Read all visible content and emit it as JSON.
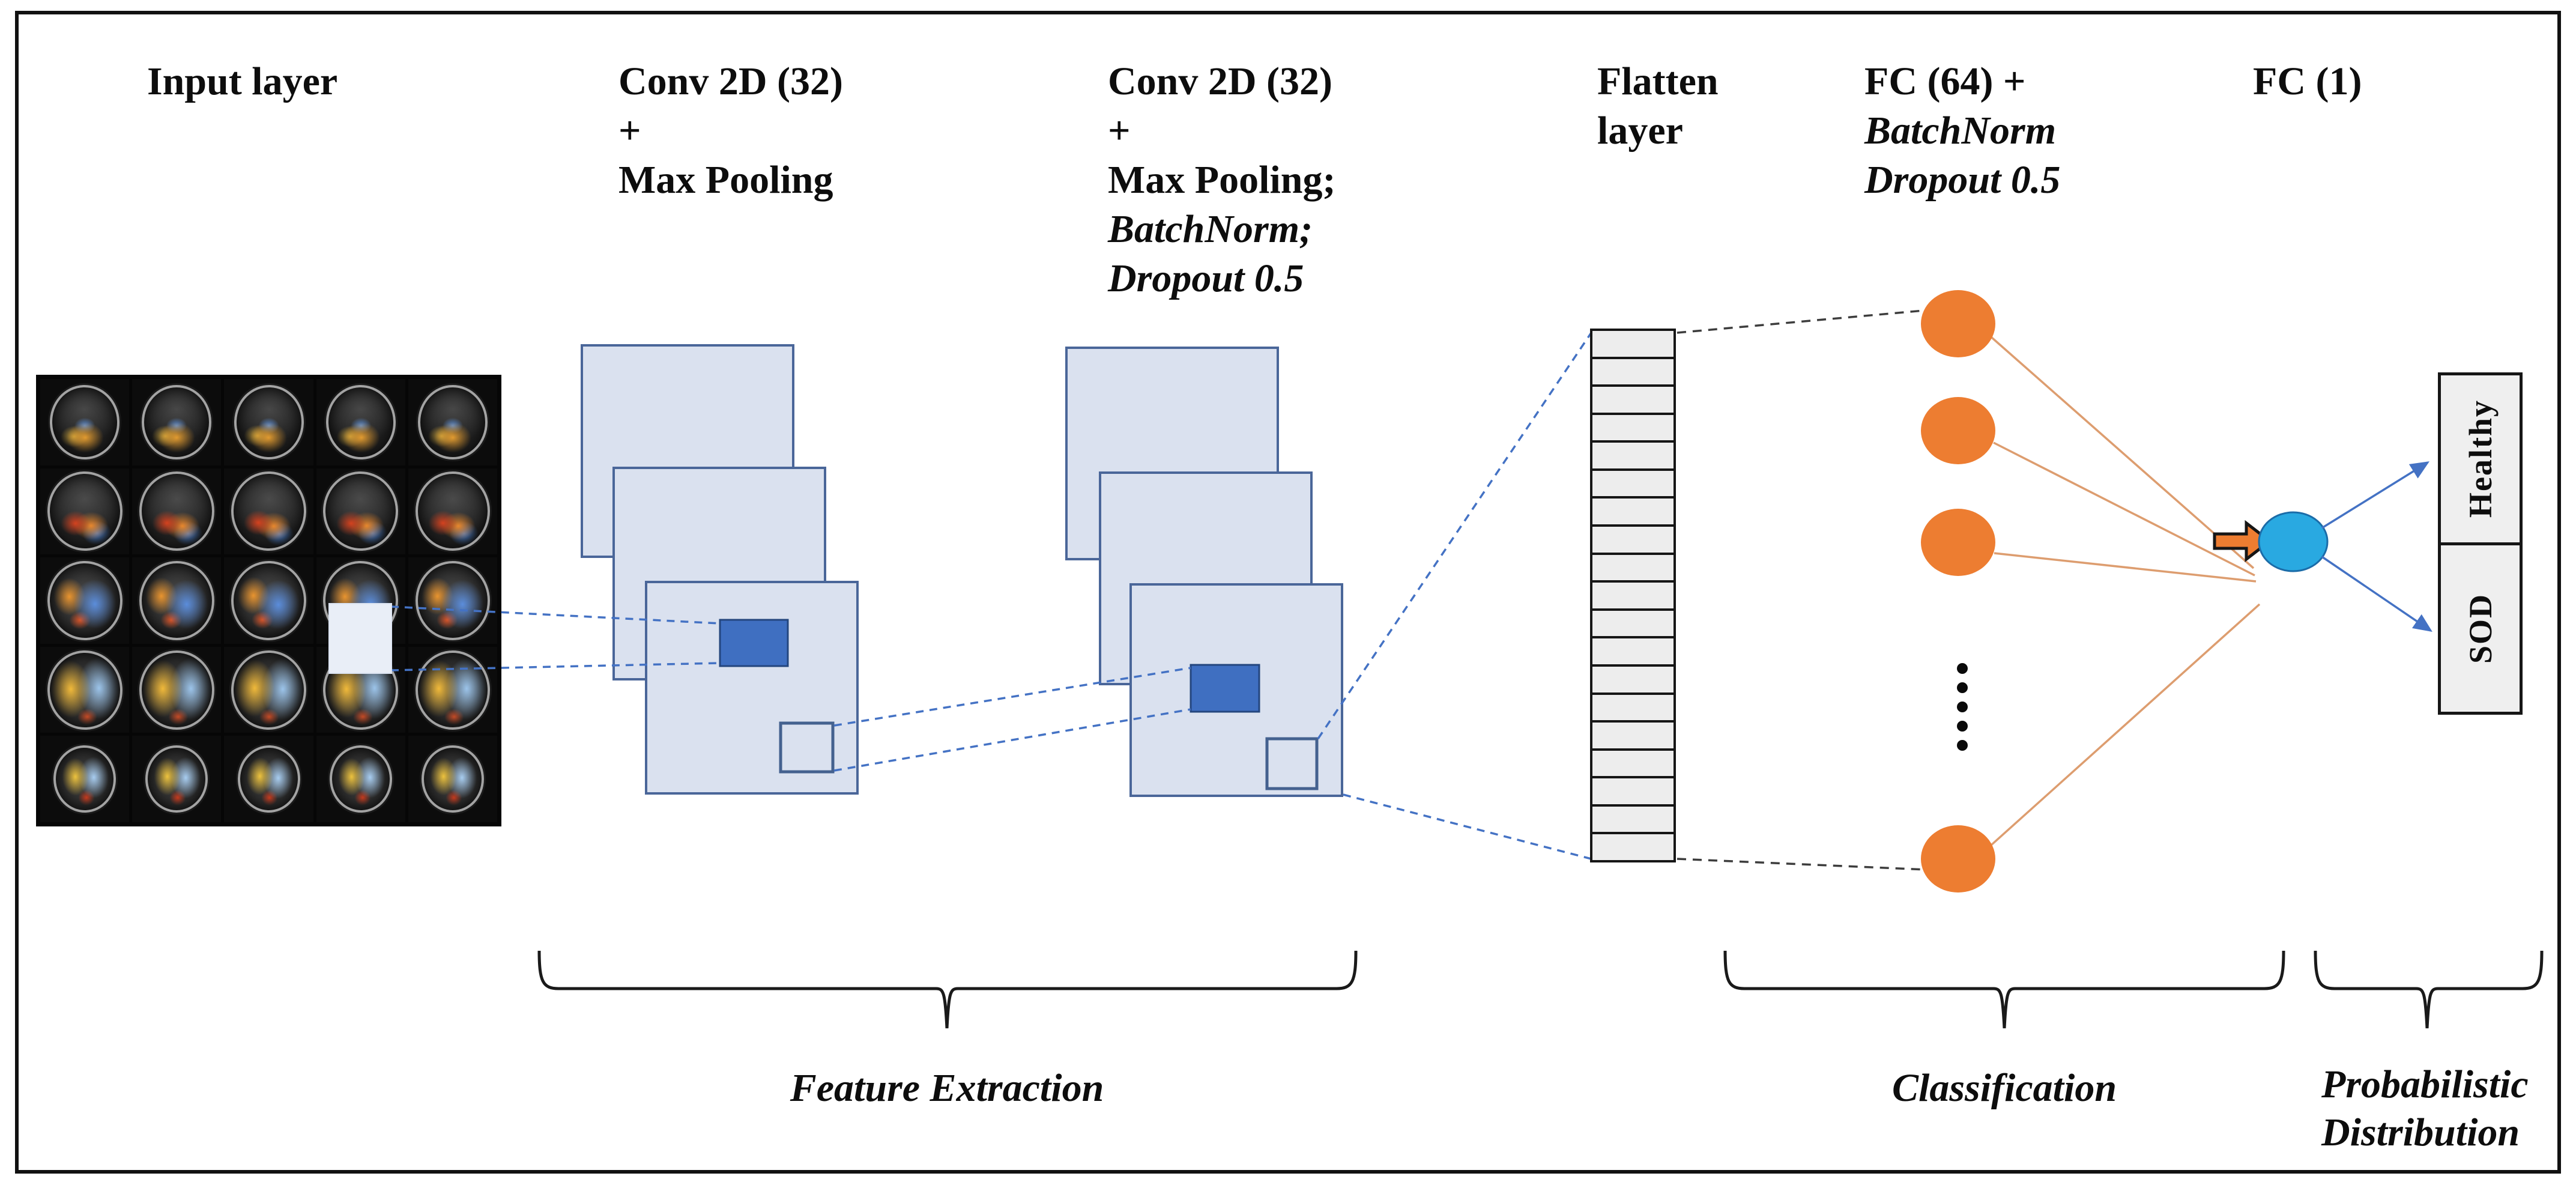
{
  "figure": {
    "labels": {
      "input": "Input layer",
      "conv1_lines": [
        "Conv 2D (32)",
        "+",
        "Max Pooling"
      ],
      "conv2_lines": [
        "Conv 2D (32)",
        "+",
        "Max Pooling;",
        "BatchNorm;",
        "Dropout 0.5"
      ],
      "flatten_lines": [
        "Flatten",
        "layer"
      ],
      "fc64_lines": [
        "FC (64) +",
        "BatchNorm",
        "Dropout 0.5"
      ],
      "fc1": "FC (1)"
    },
    "outputs": {
      "top": "Healthy",
      "bottom": "SOD"
    },
    "stages": {
      "feature_extraction": "Feature Extraction",
      "classification": "Classification",
      "probabilistic": "Probabilistic\nDistribution"
    },
    "input_grid": {
      "rows": 5,
      "cols": 5
    },
    "flatten_cells": 19,
    "fc_neurons_visible": 4,
    "ellipsis_dots": 5,
    "colors": {
      "conv_map_fill": "#dae1ef",
      "conv_map_border": "#4a6699",
      "kernel_fill": "#3f6fc1",
      "dashed_blue": "#4472c4",
      "dashed_dark": "#3d3d3d",
      "neuron_orange": "#ED7D31",
      "connector_orange": "#dd9d6f",
      "output_node_blue": "#29A9E1",
      "arrow_blue": "#4472c4",
      "flatten_cell_gray": "#ededed",
      "frame_black": "#161616"
    }
  }
}
